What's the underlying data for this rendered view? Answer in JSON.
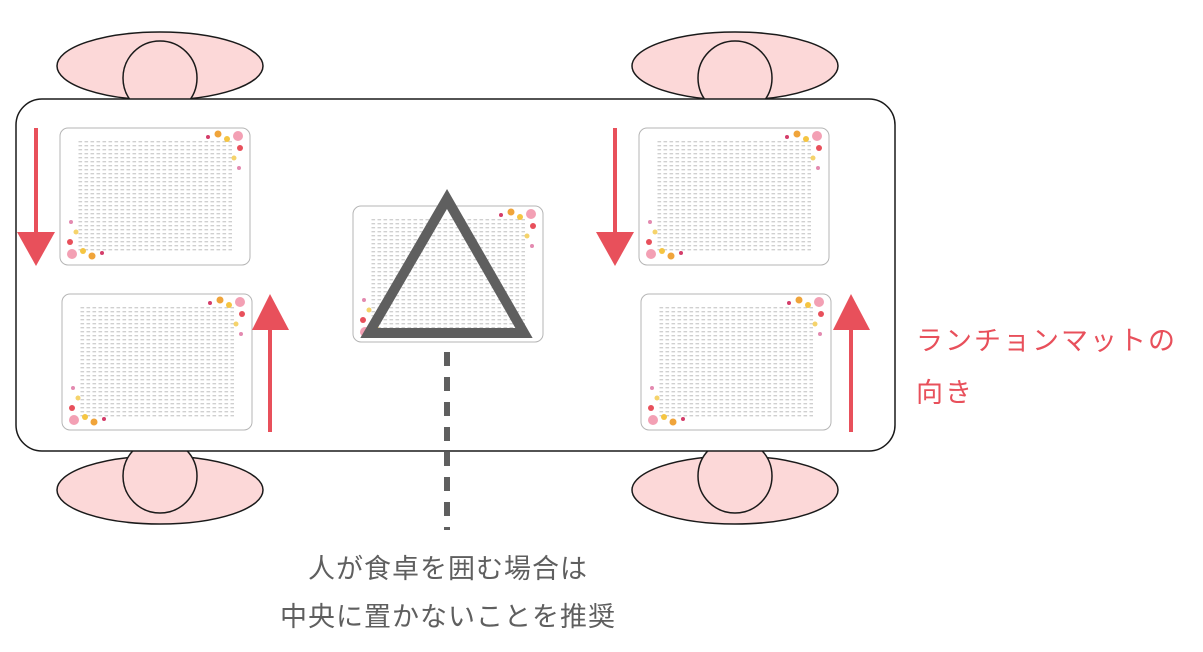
{
  "colors": {
    "arrow": "#e8505b",
    "person_fill": "#fcd8d8",
    "outline": "#1a1a1a",
    "avoid_mark": "#5f5f5f",
    "label_red": "#e8505b",
    "label_gray": "#5f5f5f",
    "mat_text": "#f0a43a"
  },
  "diagram": {
    "side_label": {
      "line1": "ランチョンマットの",
      "line2": "向き"
    },
    "bottom_label": {
      "line1": "人が食卓を囲む場合は",
      "line2": "中央に置かないことを推奨"
    },
    "mats": [
      {
        "id": "top-left",
        "arrow": "down"
      },
      {
        "id": "bottom-left",
        "arrow": "up"
      },
      {
        "id": "center",
        "arrow": "none"
      },
      {
        "id": "top-right",
        "arrow": "down"
      },
      {
        "id": "bottom-right",
        "arrow": "up"
      }
    ],
    "seats": [
      "top-left",
      "top-right",
      "bottom-left",
      "bottom-right"
    ],
    "center_mark": "triangle-icon"
  }
}
